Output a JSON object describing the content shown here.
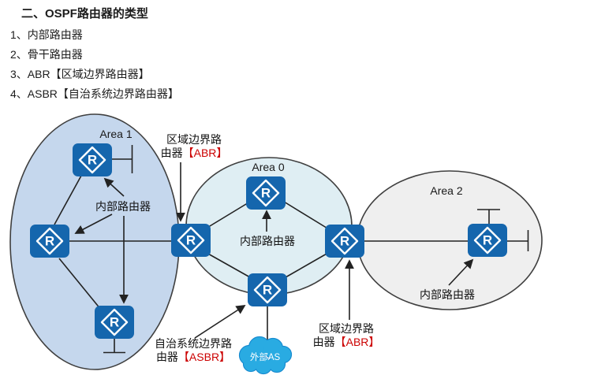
{
  "header": {
    "title": "二、OSPF路由器的类型",
    "items": [
      "1、内部路由器",
      "2、骨干路由器",
      "3、ABR【区域边界路由器】",
      "4、ASBR【自治系统边界路由器】"
    ]
  },
  "diagram": {
    "router_letter": "R",
    "areas": {
      "area1": "Area 1",
      "area0": "Area 0",
      "area2": "Area 2"
    },
    "labels": {
      "internal_area1": "内部路由器",
      "internal_area0": "内部路由器",
      "internal_area2": "内部路由器",
      "abr_top_line1": "区域边界路",
      "abr_top_line2": "由器",
      "abr_top_red": "【ABR】",
      "abr_right_line1": "区域边界路",
      "abr_right_line2": "由器",
      "abr_right_red": "【ABR】",
      "asbr_line1": "自治系统边界路",
      "asbr_line2": "由器",
      "asbr_red": "【ASBR】",
      "external_as": "外部AS"
    },
    "icons": {
      "router": "router-icon",
      "cloud": "cloud-icon",
      "terminal": "network-segment-icon"
    },
    "colors": {
      "router_blue": "#1566ad",
      "area1_fill": "#c5d7ed",
      "area0_fill": "#dfeef3",
      "area2_fill": "#efefef",
      "cloud_fill": "#29abe2",
      "cloud_stroke": "#1689cf",
      "red_text": "#cc0000",
      "line": "#222222"
    }
  }
}
